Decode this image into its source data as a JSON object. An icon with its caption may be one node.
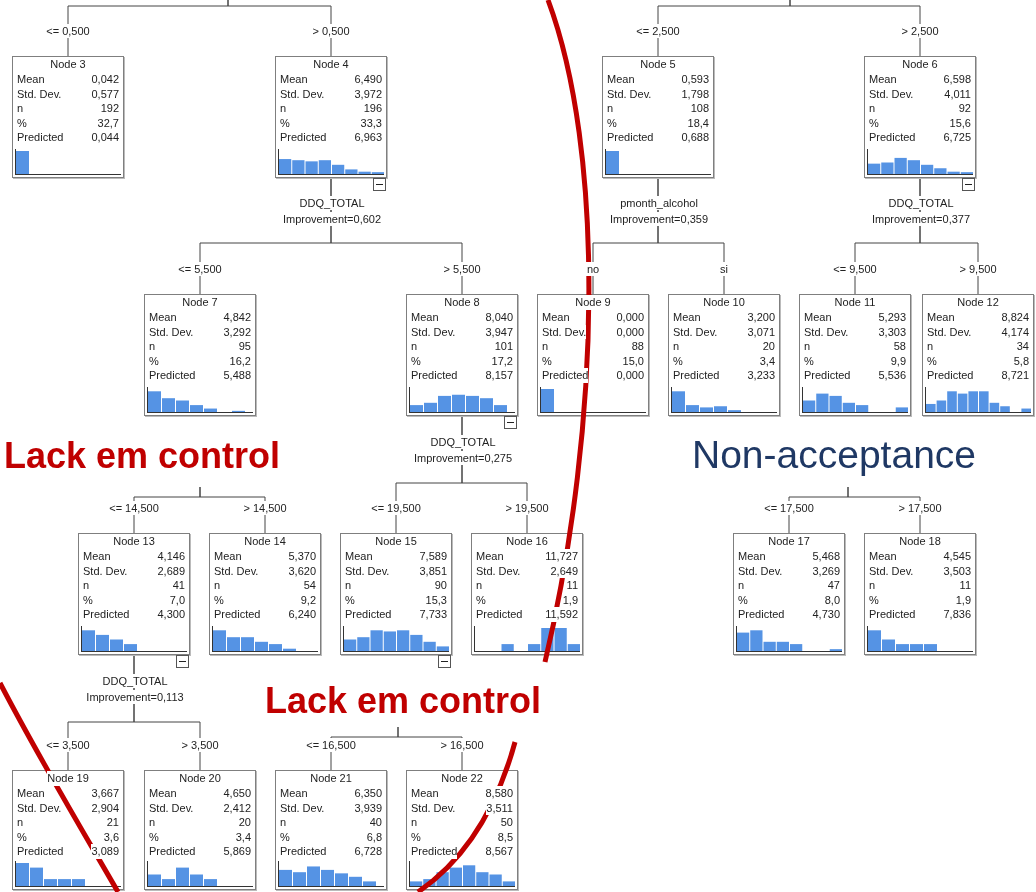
{
  "diagram": {
    "nodes": [
      {
        "text": [
          "Node 3",
          "Mean",
          "0,042",
          "Std. Dev.",
          "0,577",
          "n",
          "192",
          "%",
          "32,7",
          "Predicted",
          "0,044"
        ]
      },
      {
        "text": [
          "Node 4",
          "Mean",
          "6,490",
          "Std. Dev.",
          "3,972",
          "n",
          "196",
          "%",
          "33,3",
          "Predicted",
          "6,963"
        ]
      },
      {
        "text": [
          "Node 5",
          "Mean",
          "0,593",
          "Std. Dev.",
          "1,798",
          "n",
          "108",
          "%",
          "18,4",
          "Predicted",
          "0,688"
        ]
      },
      {
        "text": [
          "Node 6",
          "Mean",
          "6,598",
          "Std. Dev.",
          "4,011",
          "n",
          "92",
          "%",
          "15,6",
          "Predicted",
          "6,725"
        ]
      },
      {
        "text": [
          "Node 7",
          "Mean",
          "4,842",
          "Std. Dev.",
          "3,292",
          "n",
          "95",
          "%",
          "16,2",
          "Predicted",
          "5,488"
        ]
      },
      {
        "text": [
          "Node 8",
          "Mean",
          "8,040",
          "Std. Dev.",
          "3,947",
          "n",
          "101",
          "%",
          "17,2",
          "Predicted",
          "8,157"
        ]
      },
      {
        "text": [
          "Node 9",
          "Mean",
          "0,000",
          "Std. Dev.",
          "0,000",
          "n",
          "88",
          "%",
          "15,0",
          "Predicted",
          "0,000"
        ]
      },
      {
        "text": [
          "Node 10",
          "Mean",
          "3,200",
          "Std. Dev.",
          "3,071",
          "n",
          "20",
          "%",
          "3,4",
          "Predicted",
          "3,233"
        ]
      },
      {
        "text": [
          "Node 11",
          "Mean",
          "5,293",
          "Std. Dev.",
          "3,303",
          "n",
          "58",
          "%",
          "9,9",
          "Predicted",
          "5,536"
        ]
      },
      {
        "text": [
          "Node 12",
          "Mean",
          "8,824",
          "Std. Dev.",
          "4,174",
          "n",
          "34",
          "%",
          "5,8",
          "Predicted",
          "8,721"
        ]
      },
      {
        "text": [
          "Node 13",
          "Mean",
          "4,146",
          "Std. Dev.",
          "2,689",
          "n",
          "41",
          "%",
          "7,0",
          "Predicted",
          "4,300"
        ]
      },
      {
        "text": [
          "Node 14",
          "Mean",
          "5,370",
          "Std. Dev.",
          "3,620",
          "n",
          "54",
          "%",
          "9,2",
          "Predicted",
          "6,240"
        ]
      },
      {
        "text": [
          "Node 15",
          "Mean",
          "7,589",
          "Std. Dev.",
          "3,851",
          "n",
          "90",
          "%",
          "15,3",
          "Predicted",
          "7,733"
        ]
      },
      {
        "text": [
          "Node 16",
          "Mean",
          "11,727",
          "Std. Dev.",
          "2,649",
          "n",
          "11",
          "%",
          "1,9",
          "Predicted",
          "11,592"
        ]
      },
      {
        "text": [
          "Node 17",
          "Mean",
          "5,468",
          "Std. Dev.",
          "3,269",
          "n",
          "47",
          "%",
          "8,0",
          "Predicted",
          "4,730"
        ]
      },
      {
        "text": [
          "Node 18",
          "Mean",
          "4,545",
          "Std. Dev.",
          "3,503",
          "n",
          "11",
          "%",
          "1,9",
          "Predicted",
          "7,836"
        ]
      },
      {
        "text": [
          "Node 19",
          "Mean",
          "3,667",
          "Std. Dev.",
          "2,904",
          "n",
          "21",
          "%",
          "3,6",
          "Predicted",
          "3,089"
        ]
      },
      {
        "text": [
          "Node 20",
          "Mean",
          "4,650",
          "Std. Dev.",
          "2,412",
          "n",
          "20",
          "%",
          "3,4",
          "Predicted",
          "5,869"
        ]
      },
      {
        "text": [
          "Node 21",
          "Mean",
          "6,350",
          "Std. Dev.",
          "3,939",
          "n",
          "40",
          "%",
          "6,8",
          "Predicted",
          "6,728"
        ]
      },
      {
        "text": [
          "Node 22",
          "Mean",
          "8,580",
          "Std. Dev.",
          "3,511",
          "n",
          "50",
          "%",
          "8,5",
          "Predicted",
          "8,567"
        ]
      }
    ],
    "edges": [
      {
        "from": null,
        "to": 0,
        "arrow": "none",
        "label": "<= 0,500"
      },
      {
        "from": null,
        "to": 1,
        "arrow": "none",
        "label": "> 0,500"
      },
      {
        "from": null,
        "to": 2,
        "arrow": "none",
        "label": "<= 2,500"
      },
      {
        "from": null,
        "to": 3,
        "arrow": "none",
        "label": "> 2,500"
      },
      {
        "from": 1,
        "to": 4,
        "arrow": "none",
        "label": "<= 5,500"
      },
      {
        "from": 1,
        "to": 5,
        "arrow": "none",
        "label": "> 5,500"
      },
      {
        "from": 2,
        "to": 6,
        "arrow": "none",
        "label": "no"
      },
      {
        "from": 2,
        "to": 7,
        "arrow": "none",
        "label": "si"
      },
      {
        "from": 3,
        "to": 8,
        "arrow": "none",
        "label": "<= 9,500"
      },
      {
        "from": 3,
        "to": 9,
        "arrow": "none",
        "label": "> 9,500"
      },
      {
        "from": null,
        "to": 10,
        "arrow": "none",
        "label": "<= 14,500"
      },
      {
        "from": null,
        "to": 11,
        "arrow": "none",
        "label": "> 14,500"
      },
      {
        "from": 5,
        "to": 12,
        "arrow": "none",
        "label": "<= 19,500"
      },
      {
        "from": 5,
        "to": 13,
        "arrow": "none",
        "label": "> 19,500"
      },
      {
        "from": null,
        "to": 14,
        "arrow": "none",
        "label": "<= 17,500"
      },
      {
        "from": null,
        "to": 15,
        "arrow": "none",
        "label": "> 17,500"
      },
      {
        "from": 10,
        "to": 16,
        "arrow": "none",
        "label": "<= 3,500"
      },
      {
        "from": 10,
        "to": 17,
        "arrow": "none",
        "label": "> 3,500"
      },
      {
        "from": null,
        "to": 18,
        "arrow": "none",
        "label": "<= 16,500"
      },
      {
        "from": null,
        "to": 19,
        "arrow": "none",
        "label": "> 16,500"
      }
    ],
    "labels": [
      "DDQ_TOTAL",
      "Improvement=0,602",
      "pmonth_alcohol",
      "Improvement=0,359",
      "DDQ_TOTAL",
      "Improvement=0,377",
      "DDQ_TOTAL",
      "Improvement=0,275",
      "Lack em control",
      "Non-acceptance",
      "DDQ_TOTAL",
      "Improvement=0,113",
      "Lack em control"
    ]
  }
}
